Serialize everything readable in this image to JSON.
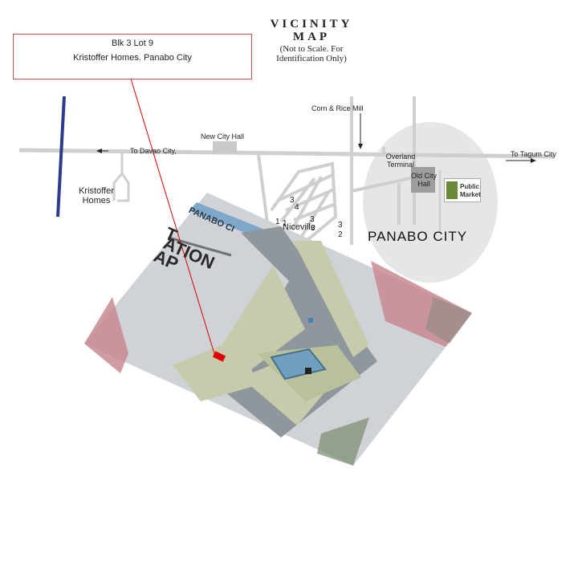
{
  "header": {
    "title_line1": "VICINITY",
    "title_line2": "MAP",
    "subtitle_line1": "(Not to Scale. For",
    "subtitle_line2": "Identification Only)"
  },
  "callout": {
    "line1": "Blk  3  Lot  9",
    "line2": "Kristoffer  Homes.  Panabo City"
  },
  "landmarks": {
    "corn_rice_mill": "Corn & Rice  Mill",
    "new_city_hall": "New City Hall",
    "to_davao": "To Davao City,",
    "to_tagum": "To Tagum  City",
    "overland_terminal_l1": "Overland",
    "overland_terminal_l2": "Terminal",
    "old_city_hall_l1": "Old City",
    "old_city_hall_l2": "Hall",
    "public_market_l1": "Public",
    "public_market_l2": "Market",
    "kristoffer_homes_l1": "Kristoffer",
    "kristoffer_homes_l2": "Homes",
    "niceville": "Niceville",
    "panabo_city": "PANABO CITY"
  },
  "road_numbers": [
    "3",
    "4",
    "1",
    "1",
    "3",
    "3",
    "3",
    "2"
  ],
  "photo_sign": {
    "line1": "PANABO  CI",
    "line2": "T",
    "line3": "ATION",
    "line4": "AP"
  },
  "colors": {
    "road": "#cfcfcf",
    "highway_blue": "#2e3a8c",
    "callout_border": "#c0504d",
    "city_zone": "#e6e6e6",
    "marker": "#e00000"
  }
}
